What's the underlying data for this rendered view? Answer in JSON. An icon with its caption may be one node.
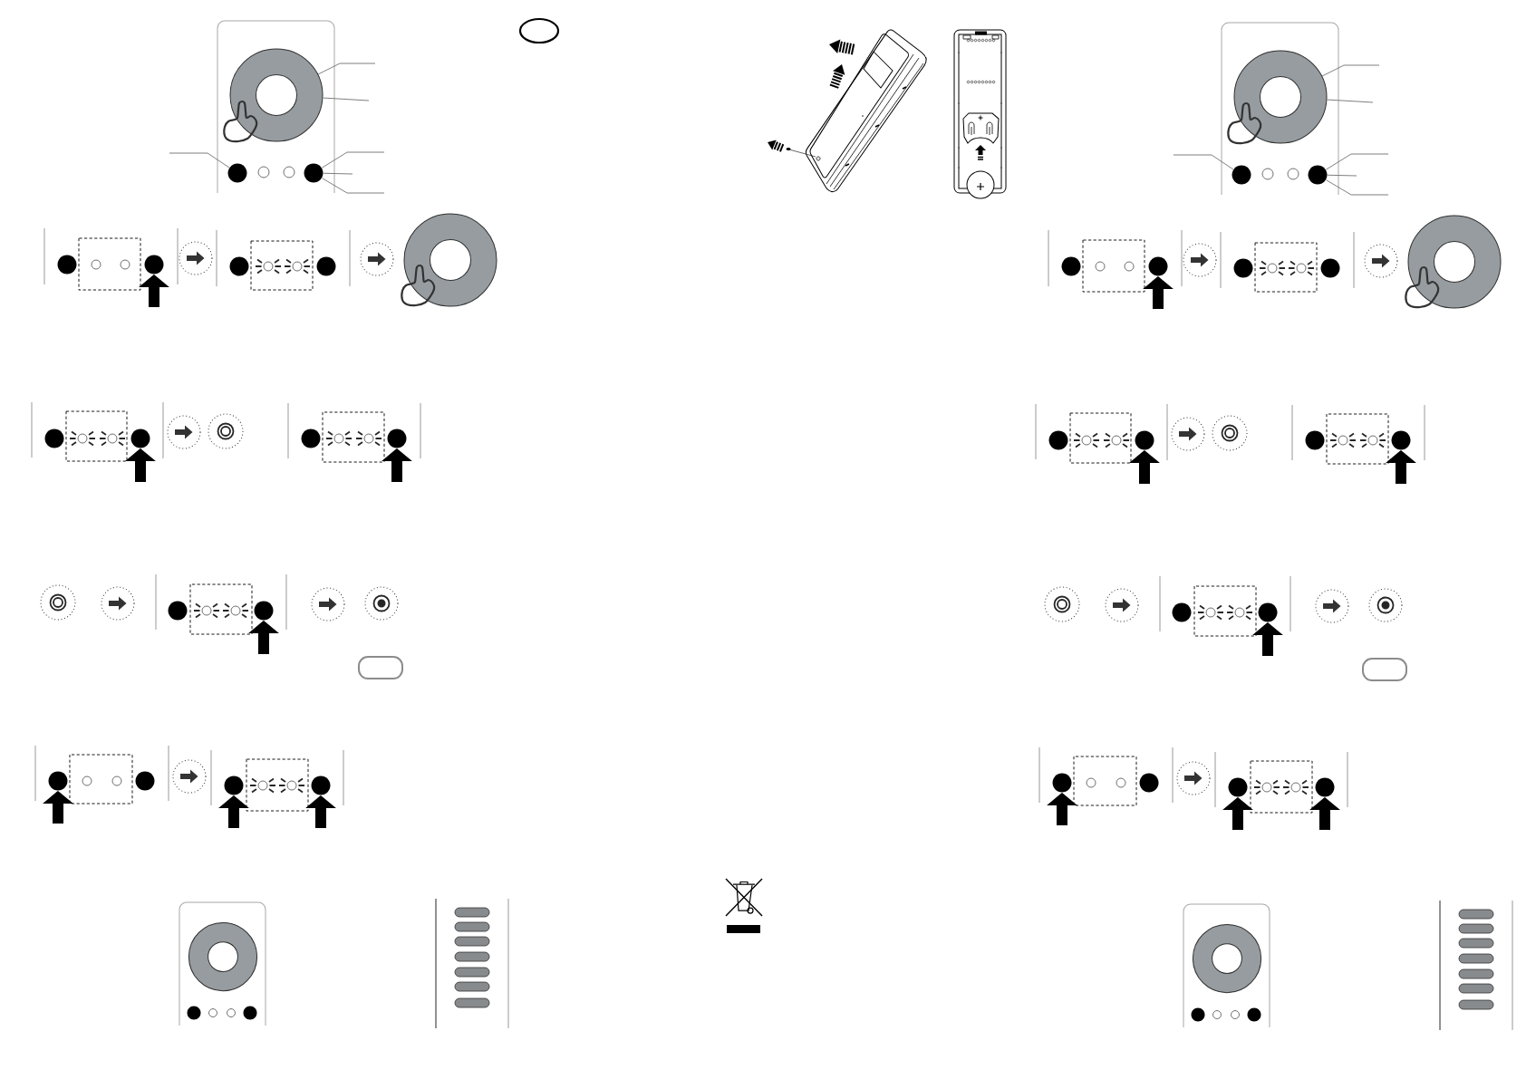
{
  "diagram": {
    "nodes": [
      {
        "text": [],
        "shape": "ring"
      },
      {
        "text": [],
        "shape": "circle"
      },
      {
        "text": [],
        "shape": "circle"
      },
      {
        "text": [],
        "shape": "circle"
      },
      {
        "text": [],
        "shape": "circle"
      },
      {
        "text": [],
        "shape": "circle"
      },
      {
        "text": [],
        "shape": "circle"
      },
      {
        "text": [],
        "shape": "ring"
      },
      {
        "text": [],
        "shape": "circle"
      },
      {
        "text": [],
        "shape": "circle"
      },
      {
        "text": [],
        "shape": "circle"
      },
      {
        "text": [],
        "shape": "circle"
      },
      {
        "text": [],
        "shape": "circle"
      },
      {
        "text": [],
        "shape": "circle"
      },
      {
        "text": [],
        "shape": "circle"
      },
      {
        "text": [],
        "shape": "circle"
      },
      {
        "text": [],
        "shape": "circle"
      },
      {
        "text": [],
        "shape": "circle"
      },
      {
        "text": [],
        "shape": "ring"
      },
      {
        "text": [],
        "shape": "circle"
      },
      {
        "text": [],
        "shape": "circle"
      },
      {
        "text": [],
        "shape": "ring"
      },
      {
        "text": [],
        "shape": "circle"
      },
      {
        "text": [],
        "shape": "circle"
      },
      {
        "text": [],
        "shape": "circle"
      },
      {
        "text": [],
        "shape": "circle"
      },
      {
        "text": [],
        "shape": "circle"
      },
      {
        "text": [],
        "shape": "circle"
      },
      {
        "text": [],
        "shape": "ring"
      },
      {
        "text": [],
        "shape": "circle"
      },
      {
        "text": [],
        "shape": "circle"
      },
      {
        "text": [],
        "shape": "circle"
      },
      {
        "text": [],
        "shape": "circle"
      },
      {
        "text": [],
        "shape": "circle"
      },
      {
        "text": [],
        "shape": "circle"
      },
      {
        "text": [],
        "shape": "circle"
      },
      {
        "text": [],
        "shape": "circle"
      },
      {
        "text": [],
        "shape": "circle"
      },
      {
        "text": [],
        "shape": "circle"
      },
      {
        "text": [],
        "shape": "ring"
      },
      {
        "text": [],
        "shape": "circle"
      },
      {
        "text": [],
        "shape": "circle"
      }
    ],
    "edges": [
      {
        "from": null,
        "to": 0,
        "arrow": "none",
        "color": "#707070"
      },
      {
        "from": null,
        "to": 0,
        "arrow": "none",
        "color": "#707070"
      },
      {
        "from": null,
        "to": 1,
        "arrow": "none",
        "color": "#707070"
      },
      {
        "from": null,
        "to": 2,
        "arrow": "none",
        "color": "#707070"
      },
      {
        "from": null,
        "to": 2,
        "arrow": "none",
        "color": "#707070"
      },
      {
        "from": null,
        "to": 2,
        "arrow": "none",
        "color": "#707070"
      },
      {
        "from": null,
        "to": 21,
        "arrow": "none",
        "color": "#707070"
      },
      {
        "from": null,
        "to": 21,
        "arrow": "none",
        "color": "#707070"
      },
      {
        "from": null,
        "to": 22,
        "arrow": "none",
        "color": "#707070"
      },
      {
        "from": null,
        "to": 23,
        "arrow": "none",
        "color": "#707070"
      },
      {
        "from": null,
        "to": 23,
        "arrow": "none",
        "color": "#707070"
      },
      {
        "from": null,
        "to": 23,
        "arrow": "none",
        "color": "#707070"
      },
      {
        "from": null,
        "to": 4,
        "arrow": "to"
      },
      {
        "from": null,
        "to": 9,
        "arrow": "to"
      },
      {
        "from": null,
        "to": 11,
        "arrow": "to"
      },
      {
        "from": null,
        "to": 13,
        "arrow": "to"
      },
      {
        "from": null,
        "to": 14,
        "arrow": "to"
      },
      {
        "from": null,
        "to": 16,
        "arrow": "to"
      },
      {
        "from": null,
        "to": 17,
        "arrow": "to"
      },
      {
        "from": null,
        "to": 25,
        "arrow": "to"
      },
      {
        "from": null,
        "to": 30,
        "arrow": "to"
      },
      {
        "from": null,
        "to": 32,
        "arrow": "to"
      },
      {
        "from": null,
        "to": 34,
        "arrow": "to"
      },
      {
        "from": null,
        "to": 35,
        "arrow": "to"
      },
      {
        "from": null,
        "to": 37,
        "arrow": "to"
      },
      {
        "from": null,
        "to": 38,
        "arrow": "to"
      }
    ]
  }
}
